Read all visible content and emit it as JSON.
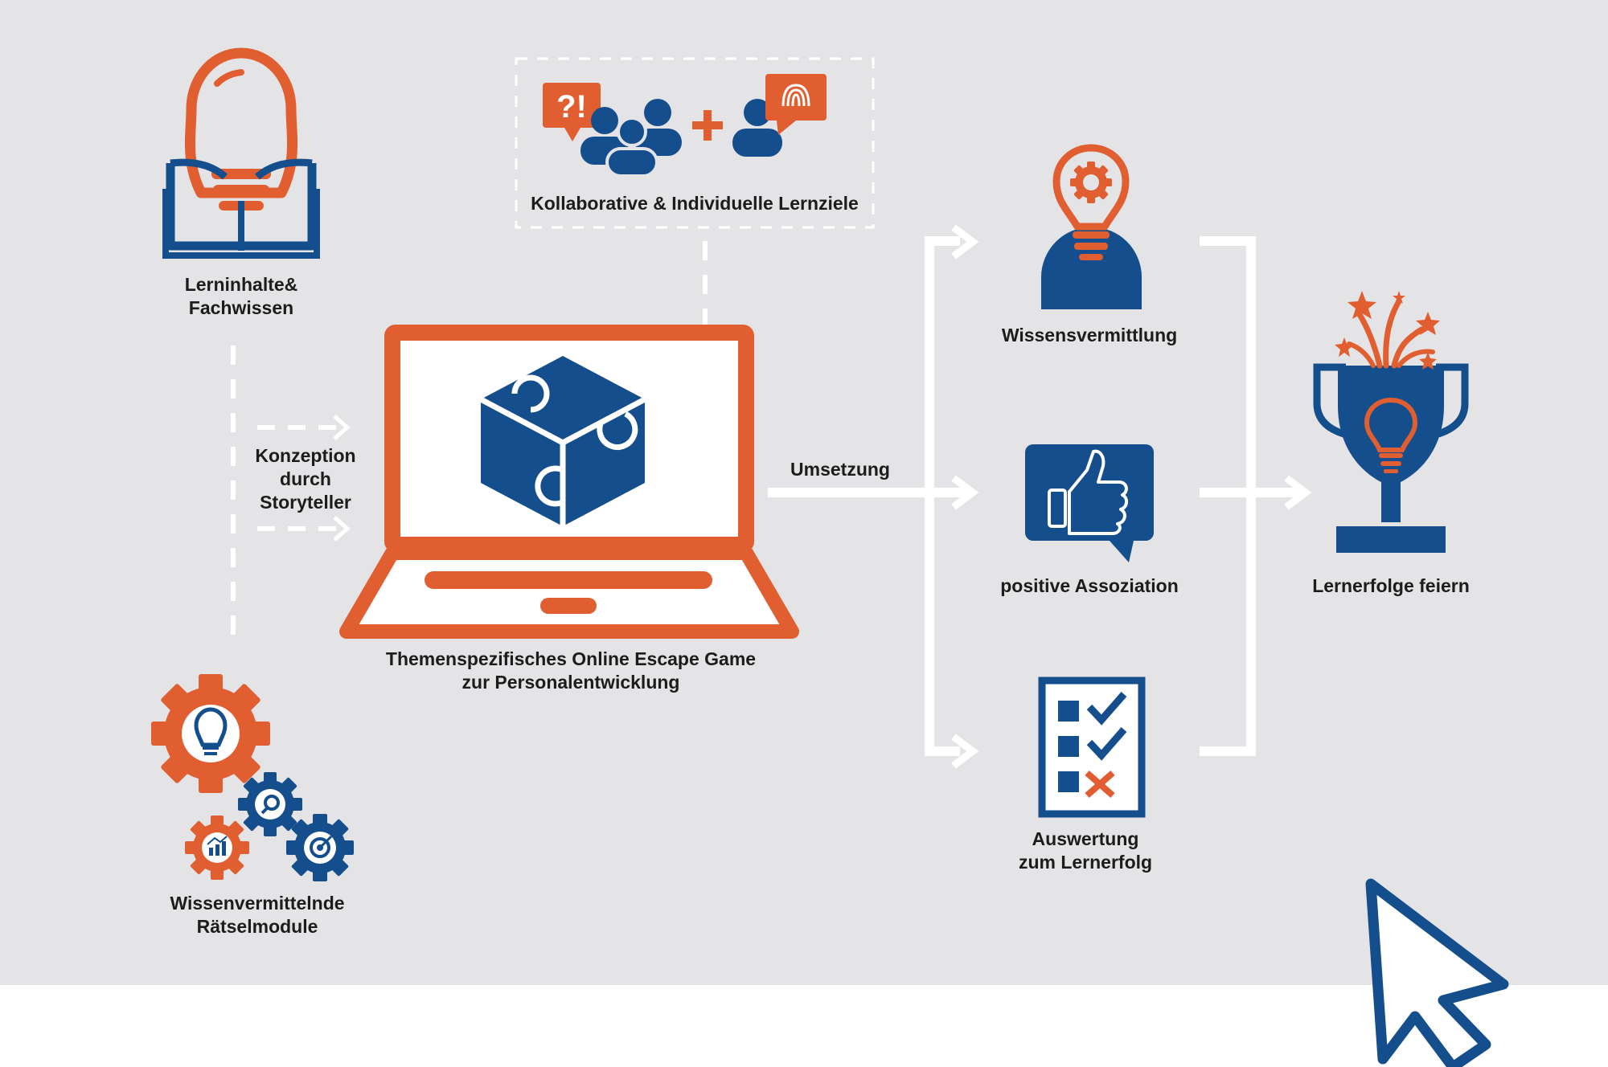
{
  "colors": {
    "orange": "#e05e30",
    "blue": "#144e8c",
    "background": "#e4e4e6",
    "connector": "#ffffff",
    "text": "#1c1c1c"
  },
  "nodes": {
    "lerninhalte": {
      "icon": "lightbulb-book-icon",
      "lines": [
        "Lerninhalte&",
        "Fachwissen"
      ]
    },
    "lernziele": {
      "icon": "collaboration-people-icon",
      "label": "Kollaborative & Individuelle Lernziele"
    },
    "konzeption": {
      "lines": [
        "Konzeption",
        "durch",
        "Storyteller"
      ]
    },
    "escape_game": {
      "icon": "laptop-puzzle-cube-icon",
      "lines": [
        "Themenspezifisches Online Escape Game",
        "zur Personalentwicklung"
      ]
    },
    "raetselmodule": {
      "icon": "gears-icon",
      "lines": [
        "Wissenvermittelnde",
        "Rätselmodule"
      ]
    },
    "umsetzung": {
      "label": "Umsetzung"
    },
    "wissensvermittlung": {
      "icon": "person-lightbulb-gear-icon",
      "label": "Wissensvermittlung"
    },
    "assoziation": {
      "icon": "thumbs-up-bubble-icon",
      "label": "positive Assoziation"
    },
    "auswertung": {
      "icon": "checklist-icon",
      "lines": [
        "Auswertung",
        "zum Lernerfolg"
      ]
    },
    "lernerfolge": {
      "icon": "trophy-fireworks-icon",
      "label": "Lernerfolge feiern"
    }
  },
  "decorations": {
    "pointer": "mouse-cursor-icon"
  }
}
